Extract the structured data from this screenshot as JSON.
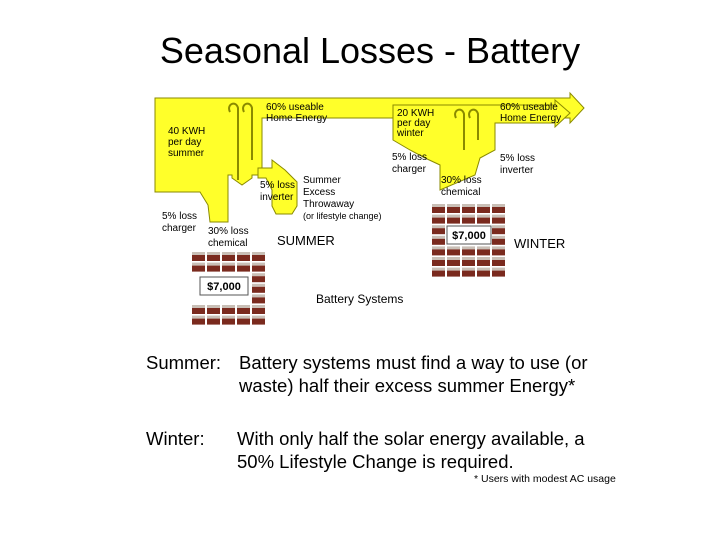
{
  "title": "Seasonal Losses - Battery",
  "diagram": {
    "summer": {
      "input": [
        "40 KWH",
        "per day",
        "summer"
      ],
      "useable": [
        "60% useable",
        "Home Energy"
      ],
      "loss_charger": [
        "5% loss",
        "charger"
      ],
      "loss_chemical": [
        "30% loss",
        "chemical"
      ],
      "loss_inverter": [
        "5% loss",
        "inverter"
      ],
      "excess": [
        "Summer",
        "Excess",
        "Throwaway"
      ],
      "excess_note": "(or lifestyle change)",
      "season_label": "SUMMER",
      "cost": "$7,000"
    },
    "winter": {
      "input": [
        "20 KWH",
        "per day",
        "winter"
      ],
      "useable": [
        "60% useable",
        "Home Energy"
      ],
      "loss_charger": [
        "5% loss",
        "charger"
      ],
      "loss_chemical": [
        "30% loss",
        "chemical"
      ],
      "loss_inverter": [
        "5% loss",
        "inverter"
      ],
      "season_label": "WINTER",
      "cost": "$7,000"
    },
    "caption": "Battery Systems"
  },
  "body": {
    "summer_label": "Summer:",
    "summer_lines": [
      "Battery systems must find a way to use (or",
      "waste)   half their excess summer Energy*"
    ],
    "winter_label": "Winter:",
    "winter_lines": [
      "With only half the solar energy available, a",
      "50% Lifestyle Change is required."
    ]
  },
  "footnote": "* Users with modest AC usage",
  "colors": {
    "arrow_fill": "#ffff2a",
    "arrow_stroke": "#8a8a00",
    "battery": "#7a2a1e",
    "battery_top": "#c9bfb6"
  }
}
